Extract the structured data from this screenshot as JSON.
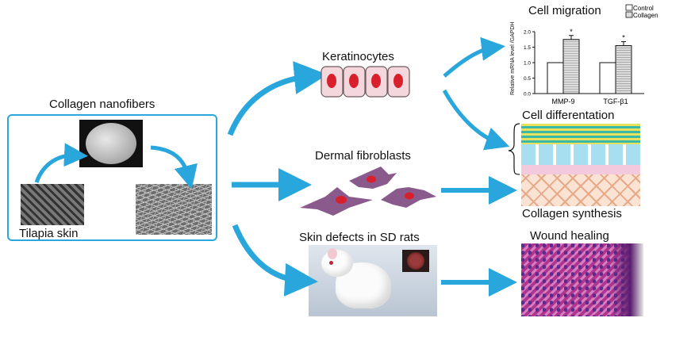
{
  "labels": {
    "collagen_nanofibers": "Collagen nanofibers",
    "tilapia_skin": "Tilapia skin",
    "keratinocytes": "Keratinocytes",
    "dermal_fibroblasts": "Dermal fibroblasts",
    "skin_defects": "Skin defects in SD rats",
    "cell_migration": "Cell migration",
    "cell_differentiation": "Cell differentation",
    "collagen_synthesis": "Collagen synthesis",
    "wound_healing": "Wound healing"
  },
  "colors": {
    "arrow": "#29a6dc",
    "cell_fill": "#f3d7dc",
    "nucleus": "#d8202c",
    "fibroblast": "#8a5a8c",
    "histology": "#b0358f"
  },
  "chart_data": {
    "type": "bar",
    "categories": [
      "MMP-9",
      "TGF-β1"
    ],
    "series": [
      {
        "name": "Control",
        "values": [
          1.0,
          1.0
        ]
      },
      {
        "name": "Collagen",
        "values": [
          1.75,
          1.55
        ]
      }
    ],
    "ylabel": "Relative mRNA level /GAPDH",
    "ylim": [
      0,
      2.0
    ],
    "yticks": [
      "0.0",
      "0.5",
      "1.0",
      "1.5",
      "2.0"
    ],
    "annotations": [
      "*",
      "*"
    ]
  }
}
